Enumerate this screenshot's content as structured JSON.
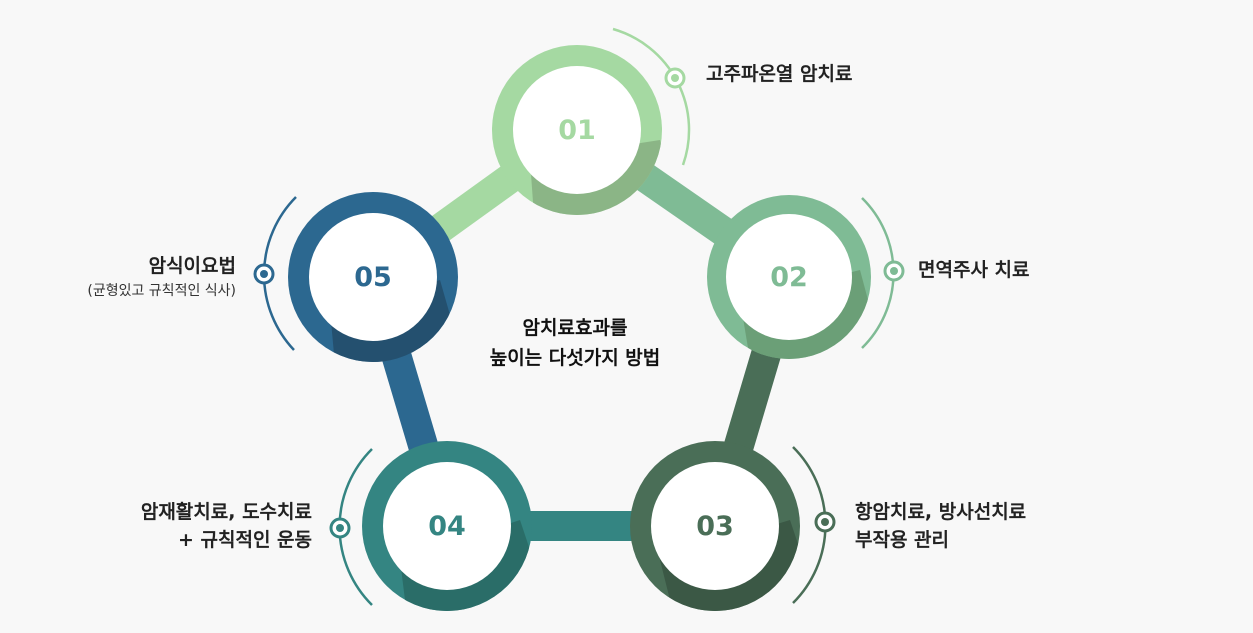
{
  "center": {
    "line1": "암치료효과를",
    "line2": "높이는 다섯가지 방법"
  },
  "steps": [
    {
      "number": "01",
      "label": "고주파온열 암치료",
      "color": "#a5d9a2"
    },
    {
      "number": "02",
      "label": "면역주사 치료",
      "color": "#7fbb95"
    },
    {
      "number": "03",
      "lines": [
        "항암치료, 방사선치료",
        "부작용 관리"
      ],
      "color": "#4a6e57"
    },
    {
      "number": "04",
      "lines": [
        "암재활치료, 도수치료",
        "+ 규칙적인 운동"
      ],
      "color": "#348582"
    },
    {
      "number": "05",
      "label": "암식이요법",
      "sub": "(균형있고 규칙적인 식사)",
      "color": "#2c6890"
    }
  ]
}
